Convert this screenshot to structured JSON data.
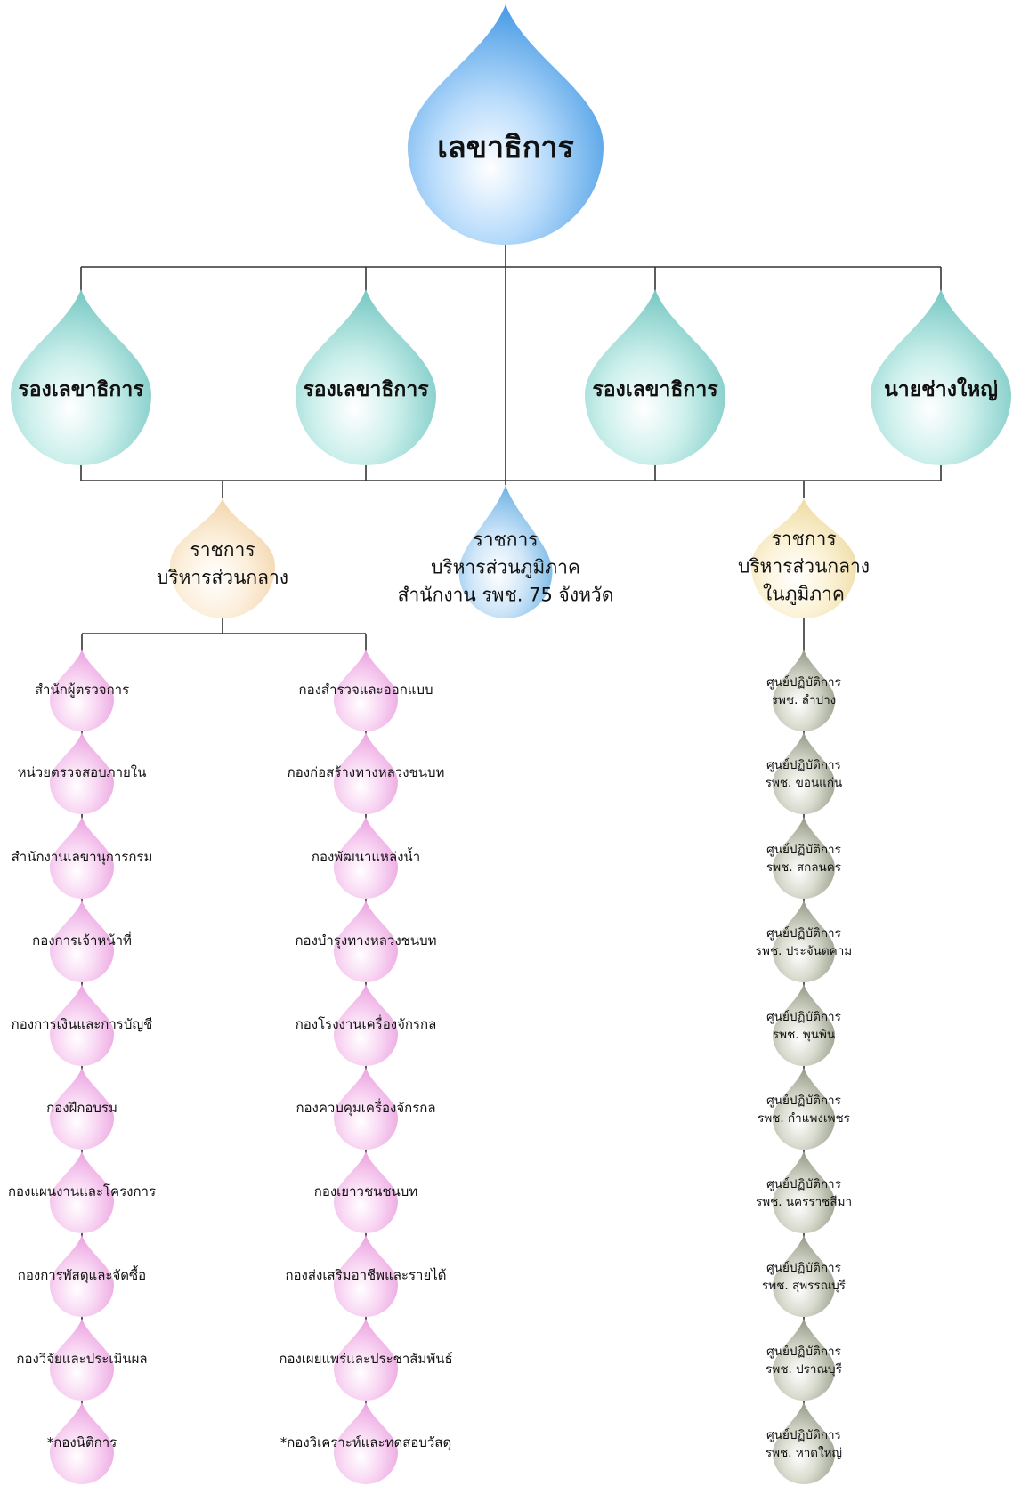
{
  "top": {
    "label": "เลขาธิการ"
  },
  "deputies": [
    {
      "label": "รองเลขาธิการ"
    },
    {
      "label": "รองเลขาธิการ"
    },
    {
      "label": "รองเลขาธิการ"
    },
    {
      "label": "นายช่างใหญ่"
    }
  ],
  "groups": {
    "central": {
      "line1": "ราชการ",
      "line2": "บริหารส่วนกลาง"
    },
    "regional": {
      "line1": "ราชการ",
      "line2": "บริหารส่วนภูมิภาค",
      "line3": "สำนักงาน รพช. 75 จังหวัด"
    },
    "central_in_region": {
      "line1": "ราชการ",
      "line2": "บริหารส่วนกลาง",
      "line3": "ในภูมิภาค"
    }
  },
  "central_left": [
    "สำนักผู้ตรวจการ",
    "หน่วยตรวจสอบภายใน",
    "สำนักงานเลขานุการกรม",
    "กองการเจ้าหน้าที่",
    "กองการเงินและการบัญชี",
    "กองฝึกอบรม",
    "กองแผนงานและโครงการ",
    "กองการพัสดุและจัดซื้อ",
    "กองวิจัยและประเมินผล",
    "*กองนิติการ"
  ],
  "central_right": [
    "กองสำรวจและออกแบบ",
    "กองก่อสร้างทางหลวงชนบท",
    "กองพัฒนาแหล่งน้ำ",
    "กองบำรุงทางหลวงชนบท",
    "กองโรงงานเครื่องจักรกล",
    "กองควบคุมเครื่องจักรกล",
    "กองเยาวชนชนบท",
    "กองส่งเสริมอาชีพและรายได้",
    "กองเผยแพร่และประชาสัมพันธ์",
    "*กองวิเคราะห์และทดสอบวัสดุ"
  ],
  "regional_centers": [
    {
      "line1": "ศูนย์ปฏิบัติการ",
      "line2": "รพช. ลำปาง"
    },
    {
      "line1": "ศูนย์ปฏิบัติการ",
      "line2": "รพช. ขอนแก่น"
    },
    {
      "line1": "ศูนย์ปฏิบัติการ",
      "line2": "รพช. สกลนคร"
    },
    {
      "line1": "ศูนย์ปฏิบัติการ",
      "line2": "รพช. ประจันตคาม"
    },
    {
      "line1": "ศูนย์ปฏิบัติการ",
      "line2": "รพช. พุนพิน"
    },
    {
      "line1": "ศูนย์ปฏิบัติการ",
      "line2": "รพช. กำแพงเพชร"
    },
    {
      "line1": "ศูนย์ปฏิบัติการ",
      "line2": "รพช. นครราชสีมา"
    },
    {
      "line1": "ศูนย์ปฏิบัติการ",
      "line2": "รพช. สุพรรณบุรี"
    },
    {
      "line1": "ศูนย์ปฏิบัติการ",
      "line2": "รพช. ปราณบุรี"
    },
    {
      "line1": "ศูนย์ปฏิบัติการ",
      "line2": "รพช. หาดใหญ่"
    }
  ],
  "colors": {
    "top_drop": "#5aa9ec",
    "deputy_drop": "#8fd3cf",
    "regional_drop": "#7fbde8",
    "peach_drop": "#f5dcb8",
    "yellow_drop": "#f3e3b0",
    "pink_drop": "#f1b3e6",
    "gray_drop": "#a9ae9c",
    "line": "#333333"
  }
}
